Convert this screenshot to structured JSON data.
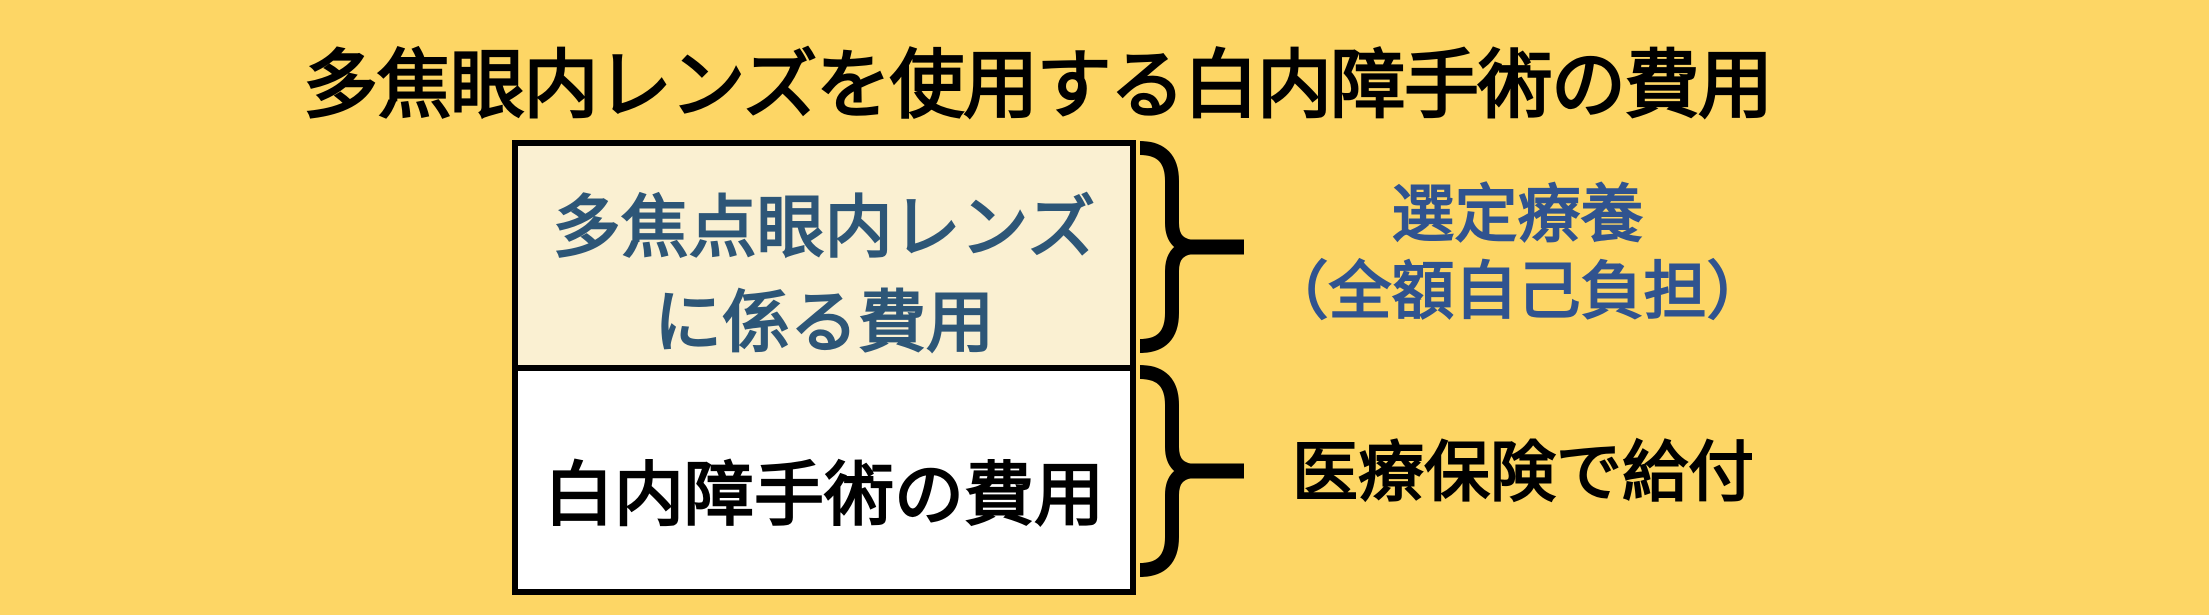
{
  "page": {
    "title": "多焦眼内レンズを使用する白内障手術の費用"
  },
  "colors": {
    "background": "#FDD665",
    "box_border": "#000000",
    "top_segment_fill": "#FAF0D2",
    "bottom_segment_fill": "#FFFFFF",
    "top_segment_text": "#2D5677",
    "annotation_top_text": "#30538F",
    "black_text": "#000000",
    "brace": "#000000"
  },
  "stack": {
    "top_segment": {
      "text_line1": "多焦点眼内レンズ",
      "text_line2": "に係る費用"
    },
    "bottom_segment": {
      "text": "白内障手術の費用"
    }
  },
  "annotations": {
    "top": {
      "line1": "選定療養",
      "line2": "（全額自己負担）"
    },
    "bottom": {
      "text": "医療保険で給付"
    }
  }
}
